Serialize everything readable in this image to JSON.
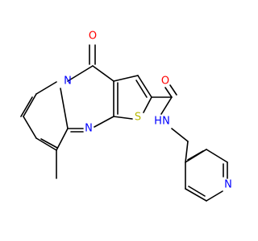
{
  "molecule": {
    "atoms": {
      "o_carbonyl_ring": "O",
      "n_ring_junction": "N",
      "n_ring_lower": "N",
      "s_thiophene": "S",
      "o_amide": "O",
      "nh_amide": "N",
      "h_amide": "H",
      "n_pyridine": "N",
      "methyl": "methyl"
    },
    "colors": {
      "bond": "#000000",
      "oxygen": "#ff0000",
      "nitrogen": "#0000ff",
      "sulfur": "#b8b800",
      "background": "#ffffff"
    }
  }
}
